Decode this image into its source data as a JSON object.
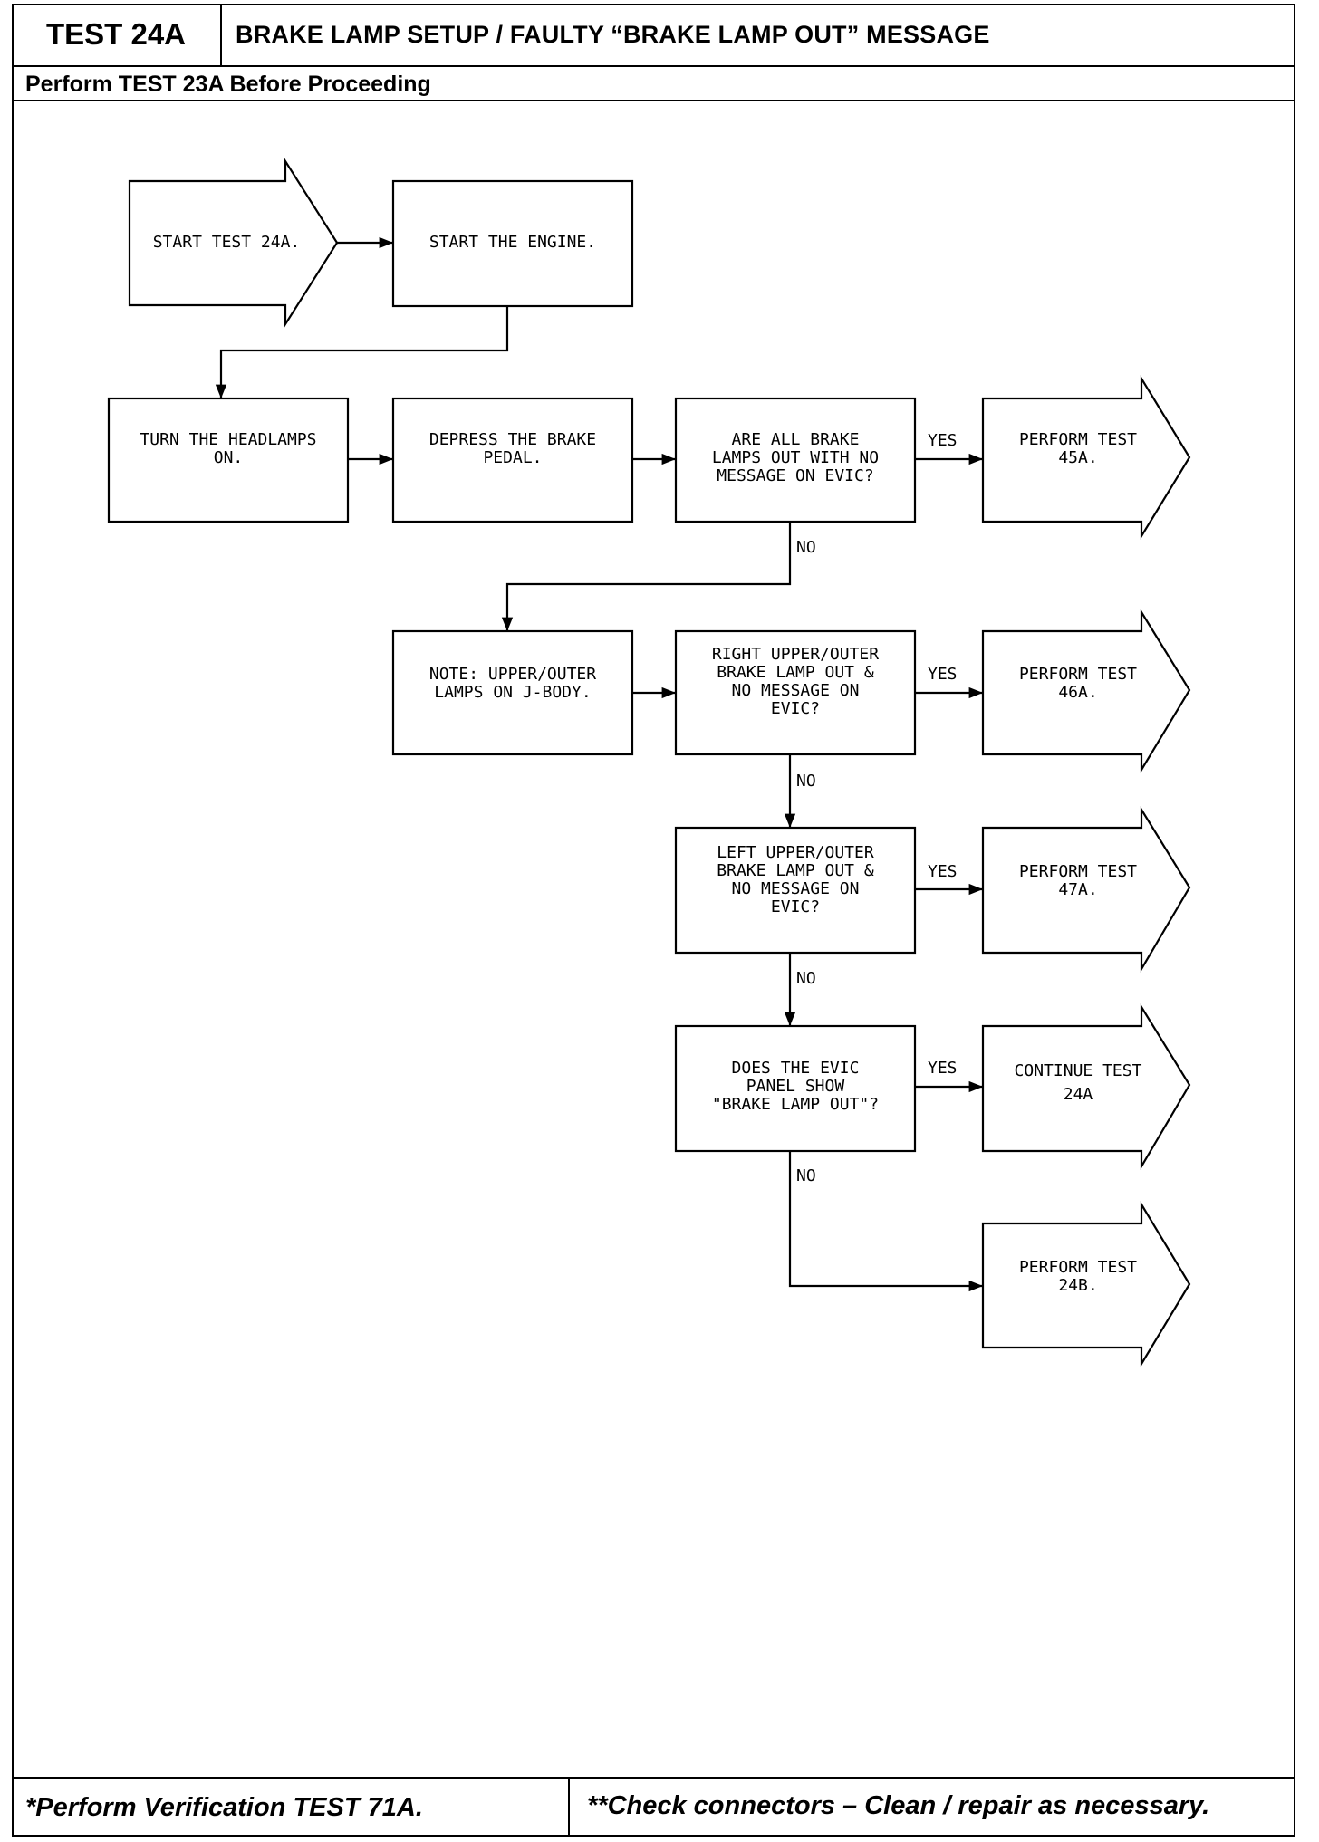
{
  "header": {
    "test_id": "TEST 24A",
    "title": "BRAKE LAMP SETUP / FAULTY “BRAKE LAMP OUT” MESSAGE",
    "prerequisite": "Perform TEST 23A Before Proceeding"
  },
  "flowchart": {
    "start": "START TEST 24A.",
    "step_start_engine": "START THE ENGINE.",
    "step_headlamps": "TURN THE HEADLAMPS\nON.",
    "step_depress_brake": "DEPRESS THE BRAKE\nPEDAL.",
    "question_all_out": "ARE ALL BRAKE\nLAMPS OUT WITH NO\nMESSAGE ON EVIC?",
    "result_45a": "PERFORM TEST\n45A.",
    "note_jbody": "NOTE: UPPER/OUTER\nLAMPS ON J-BODY.",
    "question_right": "RIGHT UPPER/OUTER\nBRAKE LAMP OUT &\nNO MESSAGE ON\nEVIC?",
    "result_46a": "PERFORM TEST\n46A.",
    "question_left": "LEFT UPPER/OUTER\nBRAKE LAMP OUT &\nNO MESSAGE ON\nEVIC?",
    "result_47a": "PERFORM TEST\n47A.",
    "question_evic": "DOES THE EVIC\nPANEL SHOW\n\"BRAKE LAMP OUT\"?",
    "result_continue": "CONTINUE TEST\n24A",
    "result_24b": "PERFORM TEST\n24B.",
    "yes_label": "YES",
    "no_label": "NO"
  },
  "footer": {
    "left": "*Perform Verification TEST 71A.",
    "right": "**Check connectors – Clean / repair as necessary."
  }
}
